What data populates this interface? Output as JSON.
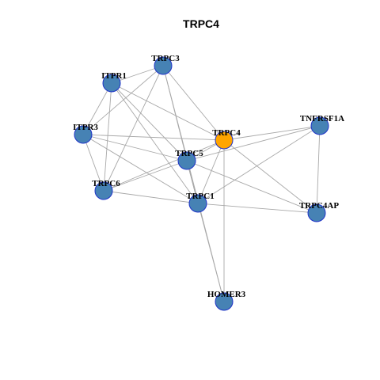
{
  "title": "TRPC4",
  "colors": {
    "focus_node": "#ffa500",
    "node": "#4682b4",
    "node_border": "#1f33c9",
    "edge": "#a8a8a8"
  },
  "nodes": [
    {
      "id": "TRPC3",
      "label": "TRPC3",
      "role": "neighbor"
    },
    {
      "id": "ITPR1",
      "label": "ITPR1",
      "role": "neighbor"
    },
    {
      "id": "ITPR3",
      "label": "ITPR3",
      "role": "neighbor"
    },
    {
      "id": "TRPC4",
      "label": "TRPC4",
      "role": "focus"
    },
    {
      "id": "TNFRSF1A",
      "label": "TNFRSF1A",
      "role": "neighbor"
    },
    {
      "id": "TRPC5",
      "label": "TRPC5",
      "role": "neighbor"
    },
    {
      "id": "TRPC6",
      "label": "TRPC6",
      "role": "neighbor"
    },
    {
      "id": "TRPC1",
      "label": "TRPC1",
      "role": "neighbor"
    },
    {
      "id": "TRPC4AP",
      "label": "TRPC4AP",
      "role": "neighbor"
    },
    {
      "id": "HOMER3",
      "label": "HOMER3",
      "role": "neighbor"
    }
  ],
  "edges": [
    [
      "TRPC3",
      "ITPR1"
    ],
    [
      "TRPC3",
      "ITPR3"
    ],
    [
      "TRPC3",
      "TRPC4"
    ],
    [
      "TRPC3",
      "TRPC6"
    ],
    [
      "TRPC3",
      "TRPC1"
    ],
    [
      "TRPC3",
      "HOMER3"
    ],
    [
      "ITPR1",
      "ITPR3"
    ],
    [
      "ITPR1",
      "TRPC6"
    ],
    [
      "ITPR1",
      "TRPC4"
    ],
    [
      "ITPR1",
      "TRPC5"
    ],
    [
      "ITPR1",
      "TRPC1"
    ],
    [
      "ITPR3",
      "TRPC4"
    ],
    [
      "ITPR3",
      "TRPC5"
    ],
    [
      "ITPR3",
      "TRPC6"
    ],
    [
      "ITPR3",
      "TRPC1"
    ],
    [
      "TRPC4",
      "TNFRSF1A"
    ],
    [
      "TRPC4",
      "TRPC5"
    ],
    [
      "TRPC4",
      "TRPC6"
    ],
    [
      "TRPC4",
      "TRPC1"
    ],
    [
      "TRPC4",
      "HOMER3"
    ],
    [
      "TRPC4",
      "TRPC4AP"
    ],
    [
      "TNFRSF1A",
      "TRPC5"
    ],
    [
      "TNFRSF1A",
      "TRPC1"
    ],
    [
      "TNFRSF1A",
      "TRPC4AP"
    ],
    [
      "TRPC5",
      "TRPC6"
    ],
    [
      "TRPC5",
      "TRPC1"
    ],
    [
      "TRPC5",
      "TRPC4AP"
    ],
    [
      "TRPC5",
      "HOMER3"
    ],
    [
      "TRPC6",
      "TRPC1"
    ],
    [
      "TRPC1",
      "TRPC4AP"
    ]
  ]
}
